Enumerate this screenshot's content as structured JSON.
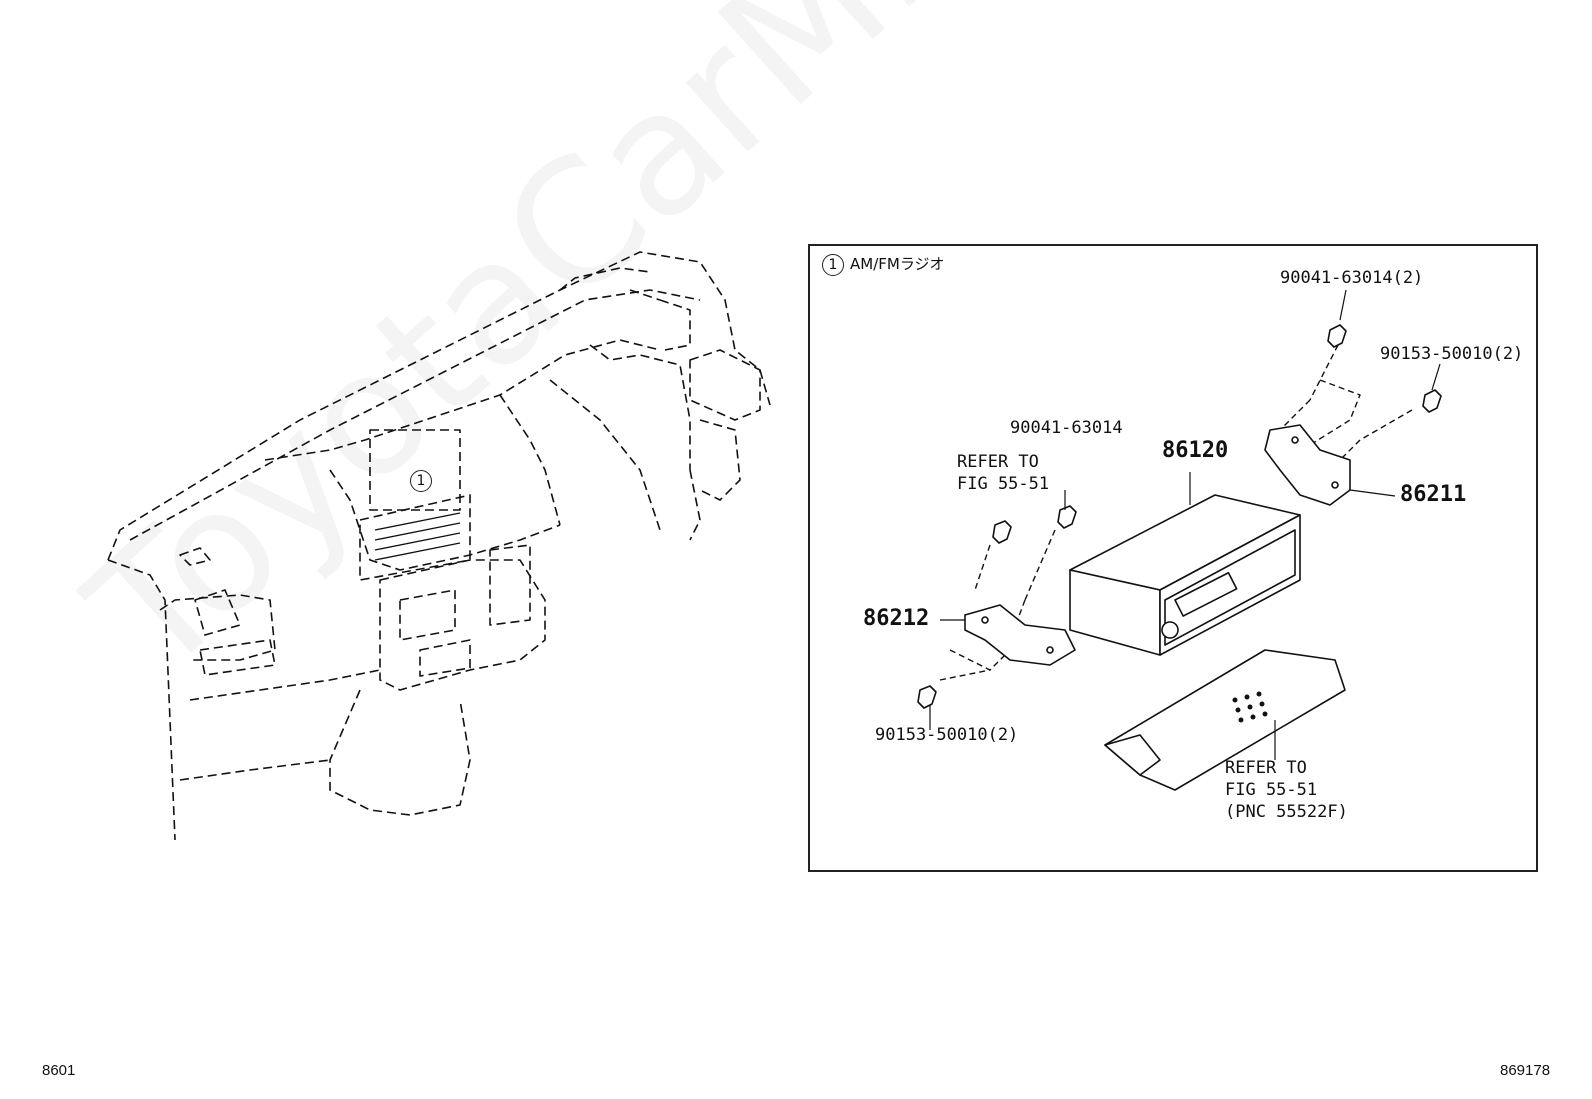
{
  "watermark": "ToyotaCarMine.ru",
  "panel": {
    "ref_number": "1",
    "title": "AM/FMラジオ"
  },
  "dashboard_ref": "1",
  "parts": {
    "p1": "90041-63014(2)",
    "p2": "90153-50010(2)",
    "p3": "90041-63014",
    "p4_line1": "REFER TO",
    "p4_line2": "FIG 55-51",
    "p5": "86120",
    "p6": "86211",
    "p7": "86212",
    "p8": "90153-50010(2)",
    "p9_line1": "REFER TO",
    "p9_line2": "FIG 55-51",
    "p9_line3": "(PNC 55522F)"
  },
  "footer": {
    "left_code": "8601",
    "right_code": "869178"
  }
}
